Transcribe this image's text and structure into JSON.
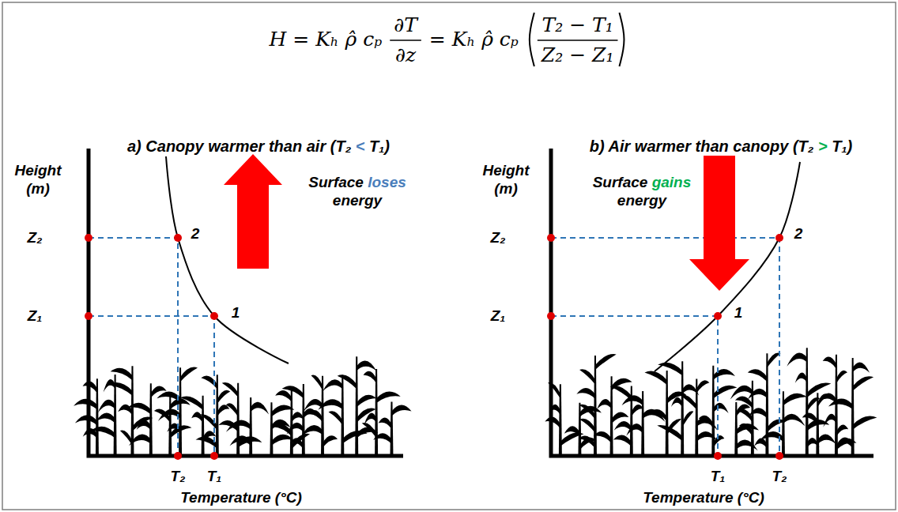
{
  "diagram": {
    "labels": [
      "H = Kₕ ρ̂ cₚ",
      "∂T",
      "∂z",
      "= Kₕ ρ̂ cₚ",
      "T₂ − T₁",
      "Z₂ − Z₁",
      "a) Canopy warmer than air (T₂ < T₁)",
      "Height (m)",
      "Z₂",
      "Z₁",
      "2",
      "1",
      "T₂",
      "T₁",
      "Temperature (°C)",
      "Surface loses energy",
      "b) Air warmer than canopy (T₂ > T₁)",
      "Height (m)",
      "Z₂",
      "Z₁",
      "2",
      "1",
      "T₁",
      "T₂",
      "Temperature (°C)",
      "Surface gains energy"
    ]
  }
}
